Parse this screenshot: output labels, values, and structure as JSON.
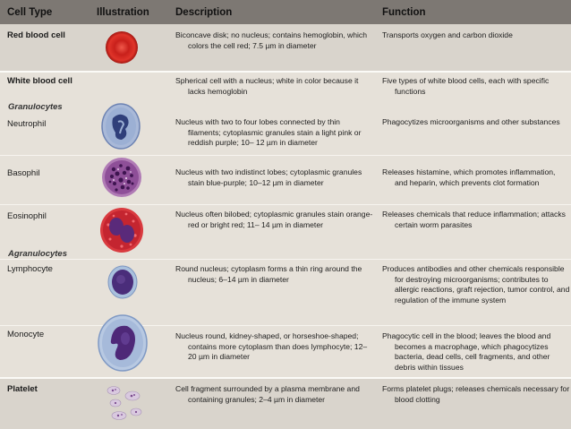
{
  "headers": {
    "cell_type": "Cell Type",
    "illustration": "Illustration",
    "description": "Description",
    "function": "Function"
  },
  "rows": [
    {
      "name": "Red blood cell",
      "desc": "Biconcave disk; no nucleus; contains hemoglobin, which colors the cell red; 7.5 µm in diameter",
      "func": "Transports oxygen and carbon dioxide",
      "icon": "red-blood-cell-icon"
    },
    {
      "name": "White blood cell",
      "desc": "Spherical cell with a nucleus; white in color because it lacks hemoglobin",
      "func": "Five types of white blood cells, each with specific functions"
    },
    {
      "name": "Neutrophil",
      "desc": "Nucleus with two to four lobes connected by thin filaments; cytoplasmic granules stain a light pink or reddish purple; 10– 12 µm in diameter",
      "func": "Phagocytizes microorganisms and other substances",
      "icon": "neutrophil-icon"
    },
    {
      "name": "Basophil",
      "desc": "Nucleus with two indistinct lobes; cytoplasmic granules stain blue-purple; 10–12 µm in diameter",
      "func": "Releases histamine, which promotes inflammation, and heparin, which prevents clot formation",
      "icon": "basophil-icon"
    },
    {
      "name": "Eosinophil",
      "desc": "Nucleus often bilobed; cytoplasmic granules stain orange-red or bright red; 11– 14 µm in diameter",
      "func": "Releases chemicals that reduce inflammation; attacks certain worm parasites",
      "icon": "eosinophil-icon"
    },
    {
      "name": "Lymphocyte",
      "desc": "Round nucleus; cytoplasm forms a thin ring around the nucleus; 6–14 µm in diameter",
      "func": "Produces antibodies and other chemicals responsible for destroying microorganisms; contributes to allergic reactions, graft rejection, tumor control, and regulation of the immune system",
      "icon": "lymphocyte-icon"
    },
    {
      "name": "Monocyte",
      "desc": "Nucleus round, kidney-shaped, or horseshoe-shaped; contains more cytoplasm than does lymphocyte; 12– 20 µm in diameter",
      "func": "Phagocytic cell in the blood; leaves the blood and becomes a macrophage, which phagocytizes bacteria, dead cells, cell fragments, and other debris within tissues",
      "icon": "monocyte-icon"
    },
    {
      "name": "Platelet",
      "desc": "Cell fragment surrounded by a plasma membrane and containing granules; 2–4 µm in diameter",
      "func": "Forms platelet plugs; releases chemicals necessary for blood clotting",
      "icon": "platelet-icon"
    }
  ],
  "subheads": {
    "granulocytes": "Granulocytes",
    "agranulocytes": "Agranulocytes"
  },
  "colors": {
    "header": "#7d7873",
    "band_dark": "#d9d4cc",
    "band_light": "#e6e1d9",
    "rbc": "#d42a22",
    "purple_nucleus": "#5b2a78",
    "blue_cytoplasm": "#8fa5c9"
  }
}
